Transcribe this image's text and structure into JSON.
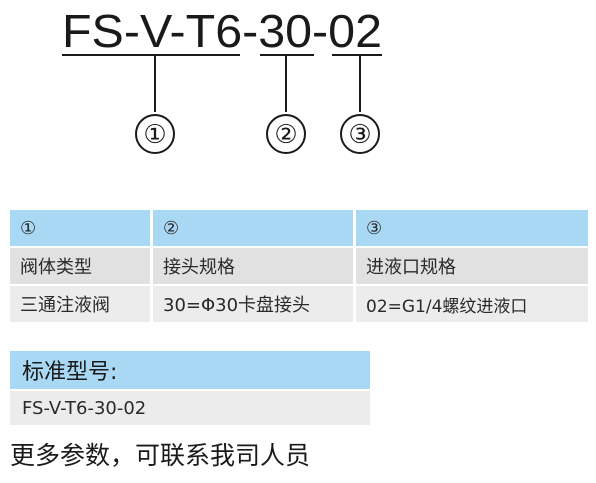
{
  "model_code": {
    "text": "FS-V-T6-30-02",
    "markers": [
      "①",
      "②",
      "③"
    ]
  },
  "table": {
    "header": [
      "①",
      "②",
      "③"
    ],
    "labels": [
      "阀体类型",
      "接头规格",
      "进液口规格"
    ],
    "values": [
      "三通注液阀",
      "30=Φ30卡盘接头",
      "02=G1/4螺纹进液口"
    ]
  },
  "standard": {
    "title": "标准型号:",
    "value": "FS-V-T6-30-02"
  },
  "footer": "更多参数，可联系我司人员",
  "colors": {
    "header_blue": "#a9d8f4",
    "label_grey": "#e1e1e1",
    "value_grey": "#ececec"
  }
}
